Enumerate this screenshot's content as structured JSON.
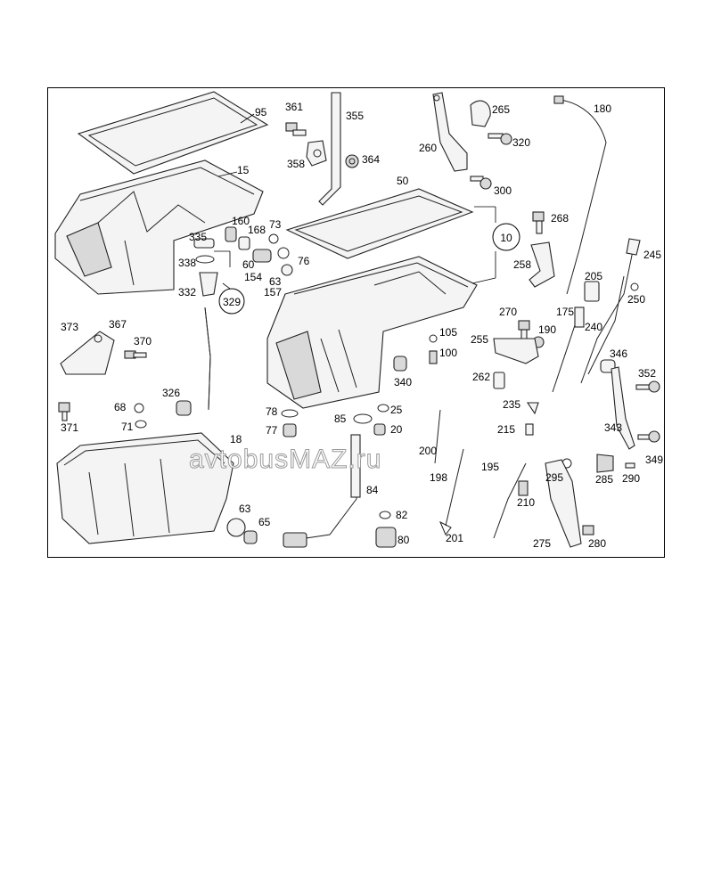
{
  "diagram": {
    "part_numbers": [
      "95",
      "15",
      "361",
      "355",
      "358",
      "364",
      "260",
      "265",
      "320",
      "300",
      "180",
      "50",
      "268",
      "10",
      "258",
      "245",
      "160",
      "73",
      "168",
      "335",
      "338",
      "60",
      "154",
      "76",
      "63",
      "157",
      "332",
      "329",
      "205",
      "250",
      "175",
      "270",
      "190",
      "240",
      "373",
      "367",
      "370",
      "105",
      "100",
      "255",
      "346",
      "352",
      "340",
      "262",
      "326",
      "68",
      "371",
      "71",
      "78",
      "77",
      "85",
      "25",
      "20",
      "235",
      "215",
      "343",
      "349",
      "18",
      "200",
      "198",
      "195",
      "210",
      "295",
      "285",
      "290",
      "84",
      "63",
      "65",
      "82",
      "80",
      "201",
      "275",
      "280"
    ],
    "circled_labels": [
      "10",
      "329"
    ]
  },
  "watermark": {
    "text": "avtobusMAZ.ru"
  }
}
